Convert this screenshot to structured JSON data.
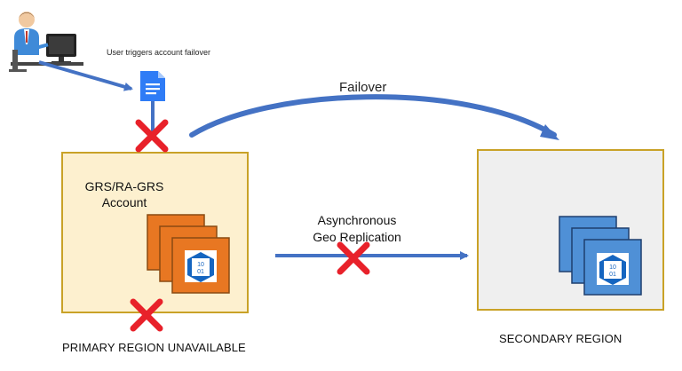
{
  "diagram": {
    "user_caption": "User triggers account failover",
    "failover_label": "Failover",
    "account_label_line1": "GRS/RA-GRS",
    "account_label_line2": "Account",
    "async_label_line1": "Asynchronous",
    "async_label_line2": "Geo Replication",
    "primary_region_label": "PRIMARY REGION UNAVAILABLE",
    "secondary_region_label": "SECONDARY REGION",
    "blob_icon_text_line1": "10",
    "blob_icon_text_line2": "01"
  },
  "colors": {
    "primary_region_fill": "#fdf0cf",
    "region_border": "#c9a227",
    "secondary_region_fill": "#efefef",
    "storage_orange": "#e87722",
    "storage_blue": "#4f90d6",
    "arrow_blue": "#4472c4",
    "x_red": "#e8212a",
    "document_blue": "#2f7cf6"
  }
}
